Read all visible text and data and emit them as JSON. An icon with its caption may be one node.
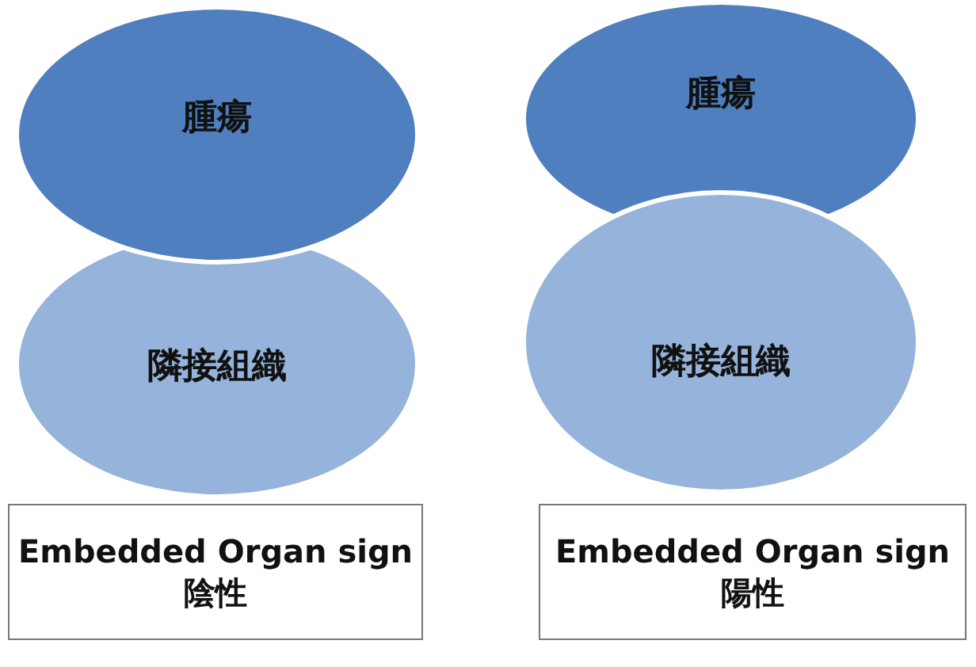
{
  "diagram": {
    "nodes": [
      {
        "text": [
          "腫瘍"
        ]
      },
      {
        "text": [
          "隣接組織"
        ]
      },
      {
        "text": [
          "Embedded Organ sign",
          "陰性"
        ]
      },
      {
        "text": [
          "腫瘍"
        ]
      },
      {
        "text": [
          "隣接組織"
        ]
      },
      {
        "text": [
          "Embedded Organ sign",
          "陽性"
        ]
      }
    ]
  }
}
